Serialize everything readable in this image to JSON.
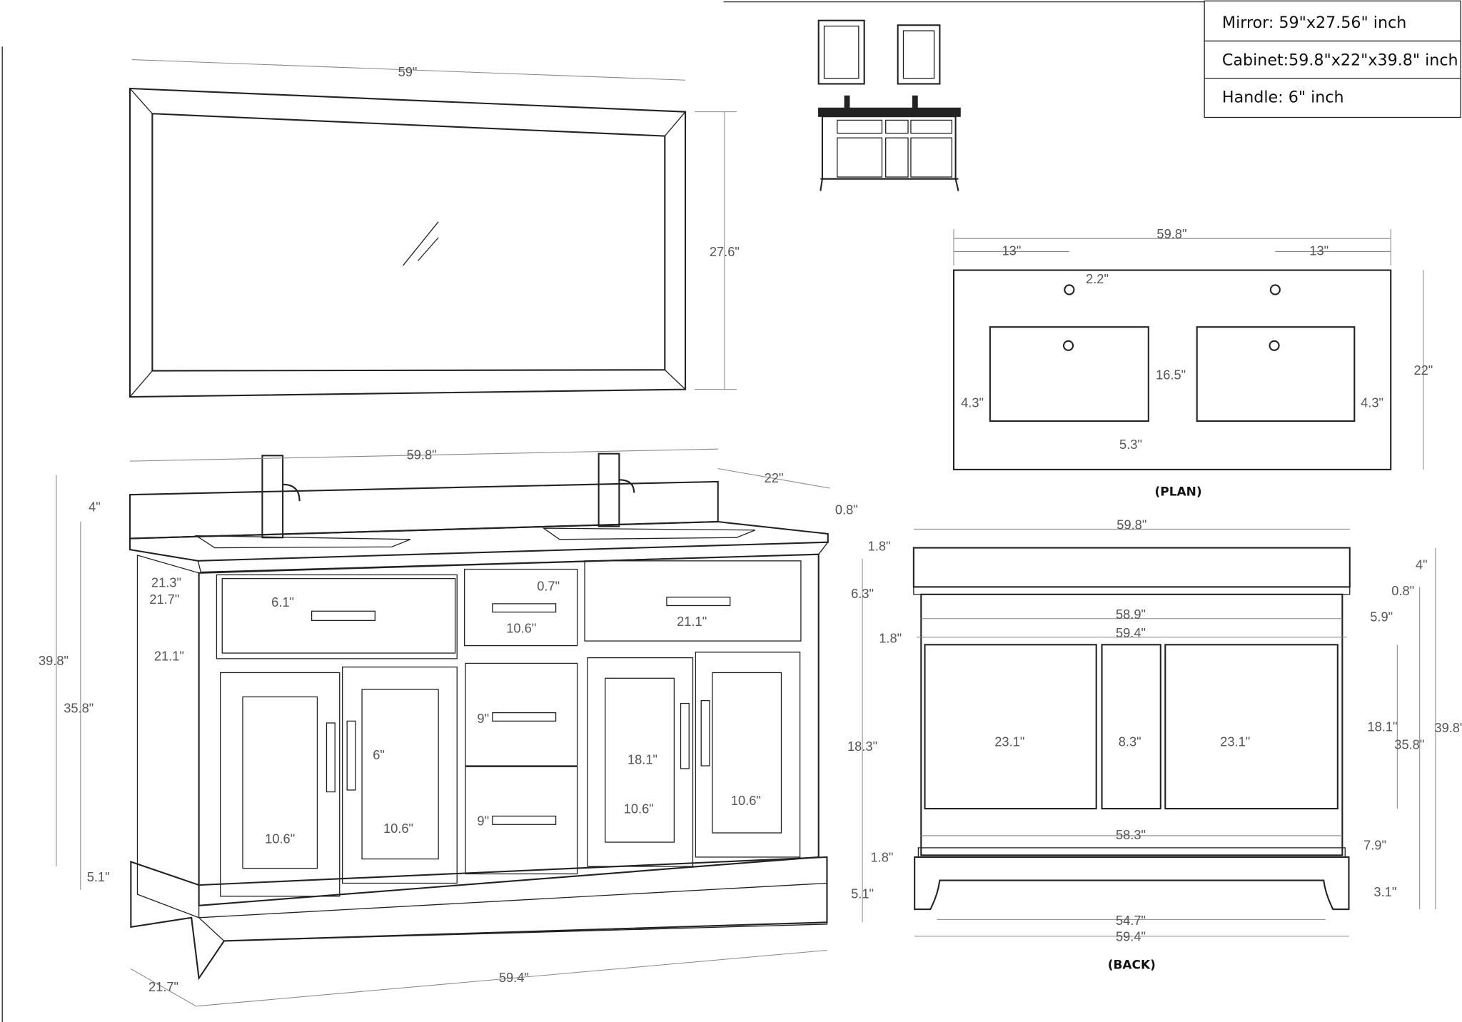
{
  "info_box": {
    "rows": [
      "Mirror: 59\"x27.56\"  inch",
      "Cabinet:59.8\"x22\"x39.8\"  inch",
      "Handle: 6\"  inch"
    ]
  },
  "mirror_view": {
    "labels": [
      "59\"",
      "27.6\""
    ]
  },
  "front_view": {
    "labels": [
      "59.8\"",
      "22\"",
      "4\"",
      "0.8\"",
      "1.8\"",
      "21.3\"",
      "21.7\"",
      "6.1\"",
      "0.7\"",
      "6.3\"",
      "10.6\"",
      "21.1\"",
      "1.8\"",
      "21.1\"",
      "39.8\"",
      "35.8\"",
      "9\"",
      "6\"",
      "18.1\"",
      "18.3\"",
      "10.6\"",
      "10.6\"",
      "10.6\"",
      "10.6\"",
      "9\"",
      "1.8\"",
      "5.1\"",
      "5.1\"",
      "59.4\"",
      "21.7\""
    ]
  },
  "plan_view": {
    "caption": "(PLAN)",
    "labels": [
      "59.8\"",
      "13\"",
      "13\"",
      "2.2\"",
      "16.5\"",
      "22\"",
      "4.3\"",
      "4.3\"",
      "5.3\""
    ]
  },
  "back_view": {
    "caption": "(BACK)",
    "labels": [
      "59.8\"",
      "4\"",
      "0.8\"",
      "5.9\"",
      "58.9\"",
      "59.4\"",
      "18.1\"",
      "39.8\"",
      "35.8\"",
      "23.1\"",
      "8.3\"",
      "23.1\"",
      "58.3\"",
      "7.9\"",
      "3.1\"",
      "54.7\"",
      "59.4\""
    ]
  }
}
